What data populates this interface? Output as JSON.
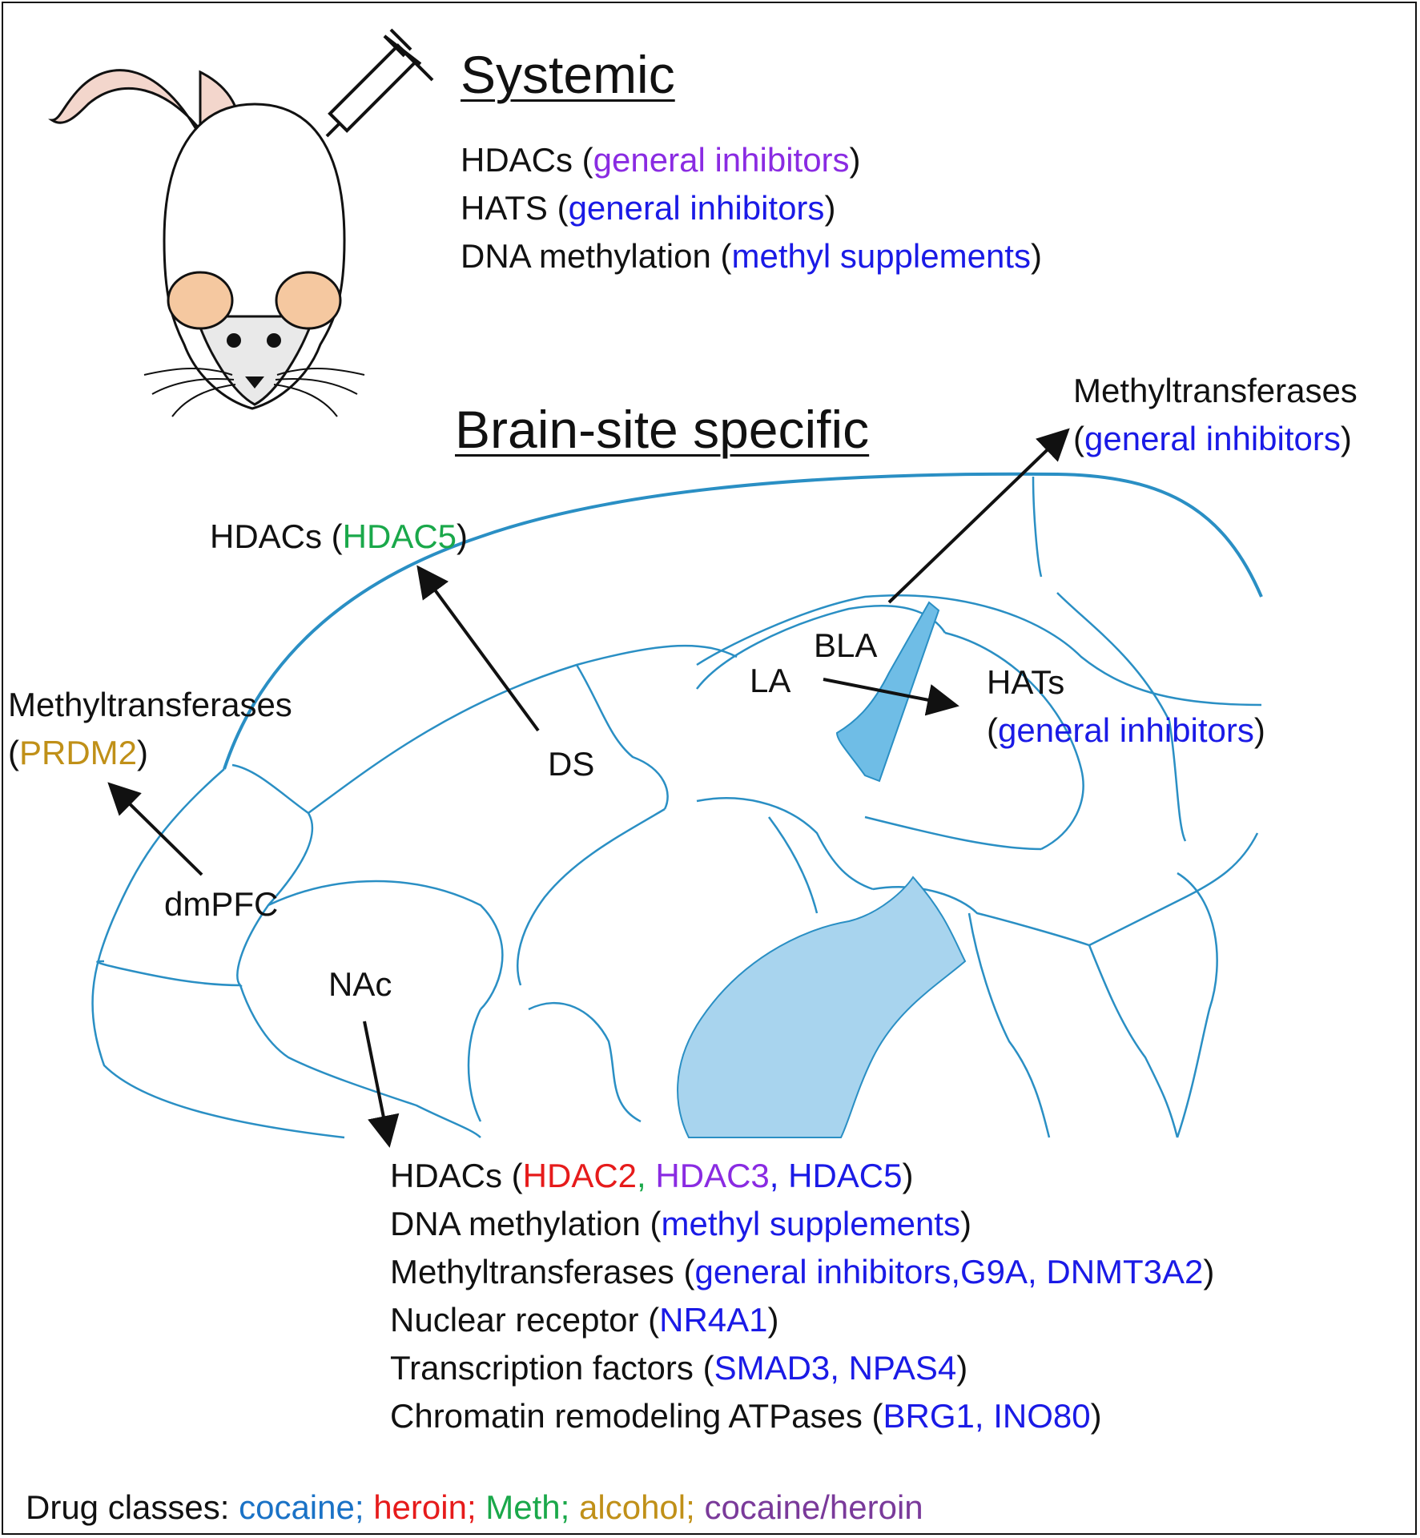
{
  "systemic": {
    "title": "Systemic",
    "lines": [
      {
        "prefix": "HDACs (",
        "item": "general inhibitors",
        "suffix": ")"
      },
      {
        "prefix": "HATS (",
        "item": "general inhibitors",
        "suffix": ")"
      },
      {
        "prefix": "DNA methylation (",
        "item": "methyl supplements",
        "suffix": ")"
      }
    ]
  },
  "brain": {
    "title": "Brain-site specific",
    "regions": {
      "bla": "BLA",
      "la": "LA",
      "ds": "DS",
      "dmpfc": "dmPFC",
      "nac": "NAc"
    },
    "bla_target": {
      "line1": "Methyltransferases",
      "open": "(",
      "item": "general inhibitors",
      "close": ")"
    },
    "la_target": {
      "line1": "HATs",
      "open": "(",
      "item": "general inhibitors",
      "close": ")"
    },
    "ds_target": {
      "prefix": "HDACs (",
      "item": "HDAC5",
      "suffix": ")"
    },
    "dmpfc_target": {
      "line1": "Methyltransferases",
      "open": "(",
      "item": "PRDM2",
      "close": ")"
    },
    "nac_targets": {
      "hdacs": {
        "prefix": "HDACs (",
        "i1": "HDAC2",
        "sep1": ", ",
        "i2": "HDAC3",
        "sep2": ", ",
        "i3": "HDAC5",
        "suffix": ")"
      },
      "dna": {
        "prefix": "DNA methylation (",
        "item": "methyl supplements",
        "suffix": ")"
      },
      "methyl": {
        "prefix": "Methyltransferases (",
        "item": "general inhibitors,G9A, DNMT3A2",
        "suffix": ")"
      },
      "nuclear": {
        "prefix": "Nuclear receptor (",
        "item": "NR4A1",
        "suffix": ")"
      },
      "tf": {
        "prefix": "Transcription factors (",
        "item": "SMAD3, NPAS4",
        "suffix": ")"
      },
      "chromatin": {
        "prefix": "Chromatin remodeling ATPases (",
        "item": "BRG1, INO80",
        "suffix": ")"
      }
    }
  },
  "legend": {
    "label": "Drug classes: ",
    "cocaine": "cocaine;",
    "heroin": "heroin;",
    "meth": "Meth;",
    "alcohol": "alcohol;",
    "cocaine_heroin": "cocaine/heroin"
  },
  "colors": {
    "cocaine": "#1a1ae6",
    "heroin": "#e61b1b",
    "meth": "#1aa84a",
    "alcohol": "#c09018",
    "cocaine_heroin": "#8a2be2",
    "brain_outline": "#2a8fc4",
    "brain_fill": "#a8d4ee"
  }
}
